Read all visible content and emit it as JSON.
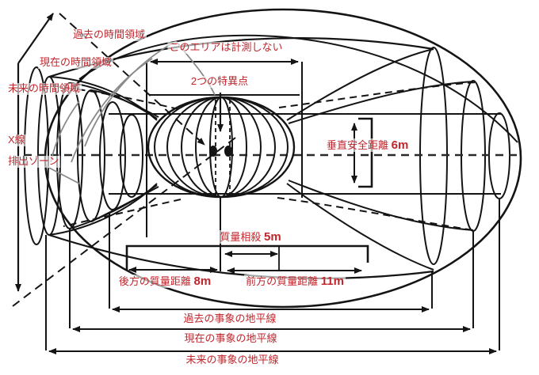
{
  "diagram": {
    "colors": {
      "label_red": "#c0262c",
      "line_black": "#141414",
      "line_gray": "#8a8a8a",
      "background": "#ffffff"
    },
    "time_regions": {
      "past": "過去の時間領域",
      "present": "現在の時間領域",
      "future": "未来の時間領域"
    },
    "xray_zone": {
      "line1": "X線",
      "line2": "排出ゾーン"
    },
    "annotations": {
      "no_measure_area": "このエリアは計測しない",
      "two_singularities": "2つの特異点"
    },
    "measurements": {
      "vertical_safety": {
        "label": "垂直安全距離",
        "value": "6m"
      },
      "mass_offset": {
        "label": "質量相殺",
        "value": "5m"
      },
      "rear_mass": {
        "label": "後方の質量距離",
        "value": "8m"
      },
      "front_mass": {
        "label": "前方の質量距離",
        "value": "11m"
      }
    },
    "event_horizons": {
      "past": "過去の事象の地平線",
      "present": "現在の事象の地平線",
      "future": "未来の事象の地平線"
    }
  }
}
